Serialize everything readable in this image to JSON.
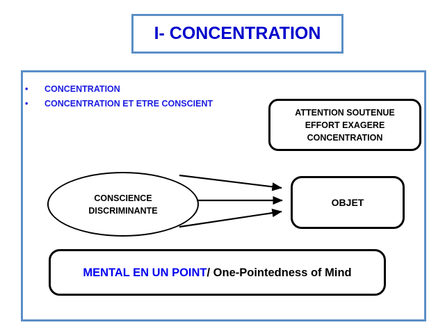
{
  "slide": {
    "title": "I- CONCENTRATION",
    "title_color": "#0000cc",
    "frame_border_color": "#5b8fc7",
    "background_color": "#ffffff"
  },
  "bullets": {
    "marker": "•",
    "color": "#1a1ae0",
    "items": [
      {
        "label": "CONCENTRATION"
      },
      {
        "label": "CONCENTRATION ET ETRE CONSCIENT"
      }
    ]
  },
  "attention_box": {
    "line1": "ATTENTION SOUTENUE",
    "line2": "EFFORT EXAGERE",
    "line3": "CONCENTRATION",
    "border_color": "#000000"
  },
  "conscience_ellipse": {
    "line1": "CONSCIENCE",
    "line2": "DISCRIMINANTE",
    "border_color": "#000000"
  },
  "objet_box": {
    "label": "OBJET",
    "border_color": "#000000"
  },
  "mental_box": {
    "blue_part": "MENTAL  EN UN POINT",
    "black_part": "/ One-Pointedness of Mind",
    "blue_color": "#0000ee",
    "black_color": "#000000",
    "border_color": "#000000"
  },
  "arrows": {
    "count": 3,
    "direction": "left-to-right",
    "from": "conscience-discriminante",
    "to": "objet",
    "color": "#000000"
  }
}
